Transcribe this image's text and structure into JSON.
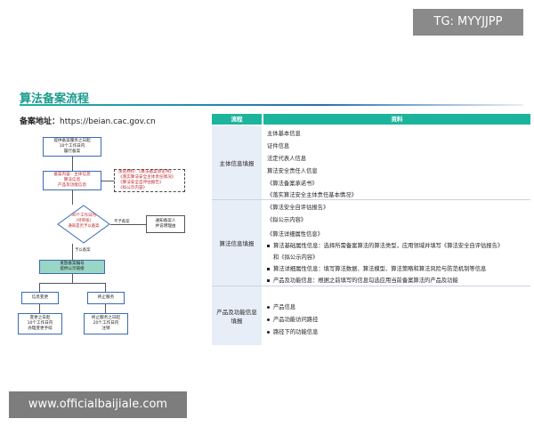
{
  "watermark_top": "TG: MYYJJPP",
  "watermark_bottom": "www.officialbaijiale.com",
  "title": "算法备案流程",
  "address_label": "备案地址：",
  "address_url": "https://beian.cac.gov.cn",
  "flow": {
    "step1": "提供备案服务之日起\n10个工作日内\n履行备案",
    "step2": "备案内容：主体信息\n算法信息\n产品及功能信息",
    "note": "承诺材料：《算法备案承诺书》\n《落实算法安全主体责任情况》\n《算法安全自评估报告》\n《拟公示内容》",
    "decision": "30个工作日内\n(待审核)\n通知是否予以备案",
    "not_approved": "不予备案",
    "notify": "通知备案人\n并说明理由",
    "approved": "予以备案",
    "step3": "发放备案编号\n提供公示链接",
    "change": "信息变更",
    "stop": "终止服务",
    "change_detail": "变更之日起\n10个工作日内\n办理变更手续",
    "stop_detail": "终止服务之日起\n20个工作日内\n注销"
  },
  "table": {
    "headers": [
      "流程",
      "资料"
    ],
    "sections": [
      {
        "category": "主体信息填报",
        "items": [
          {
            "bullet": "",
            "text": "主体基本信息"
          },
          {
            "bullet": "",
            "text": "证件信息"
          },
          {
            "bullet": "",
            "text": "法定代表人信息"
          },
          {
            "bullet": "",
            "text": "算法安全责任人信息"
          },
          {
            "bullet": "",
            "text": "《算法备案承诺书》"
          },
          {
            "bullet": "",
            "text": "《落实算法安全主体责任基本情况》"
          }
        ]
      },
      {
        "category": "算法信息填报",
        "items": [
          {
            "bullet": "",
            "text": "《算法安全自评估报告》"
          },
          {
            "bullet": "",
            "text": "《拟公示内容》"
          },
          {
            "bullet": "",
            "text": "《算法详细属性信息》"
          },
          {
            "bullet": "sq",
            "text": "算法基础属性信息：选择所需备案算法的算法类型，应用领域并填写《算法安全自评估报告》"
          },
          {
            "bullet": "",
            "text": "和《拟公示内容》"
          },
          {
            "bullet": "sq",
            "text": "算法详细属性信息：填写算法数据、算法模型、算法策略和算法风险与防范机制等信息"
          },
          {
            "bullet": "sq",
            "text": "产品及功能信息：根据之前填写的信息勾选应用当前备案算法的产品及功能"
          }
        ]
      },
      {
        "category": "产品及功能信息填报",
        "items": [
          {
            "bullet": "dot",
            "text": "产品信息"
          },
          {
            "bullet": "dot",
            "text": "产品功能访问路径"
          },
          {
            "bullet": "dot",
            "text": "路径下的功能信息"
          }
        ]
      }
    ]
  }
}
